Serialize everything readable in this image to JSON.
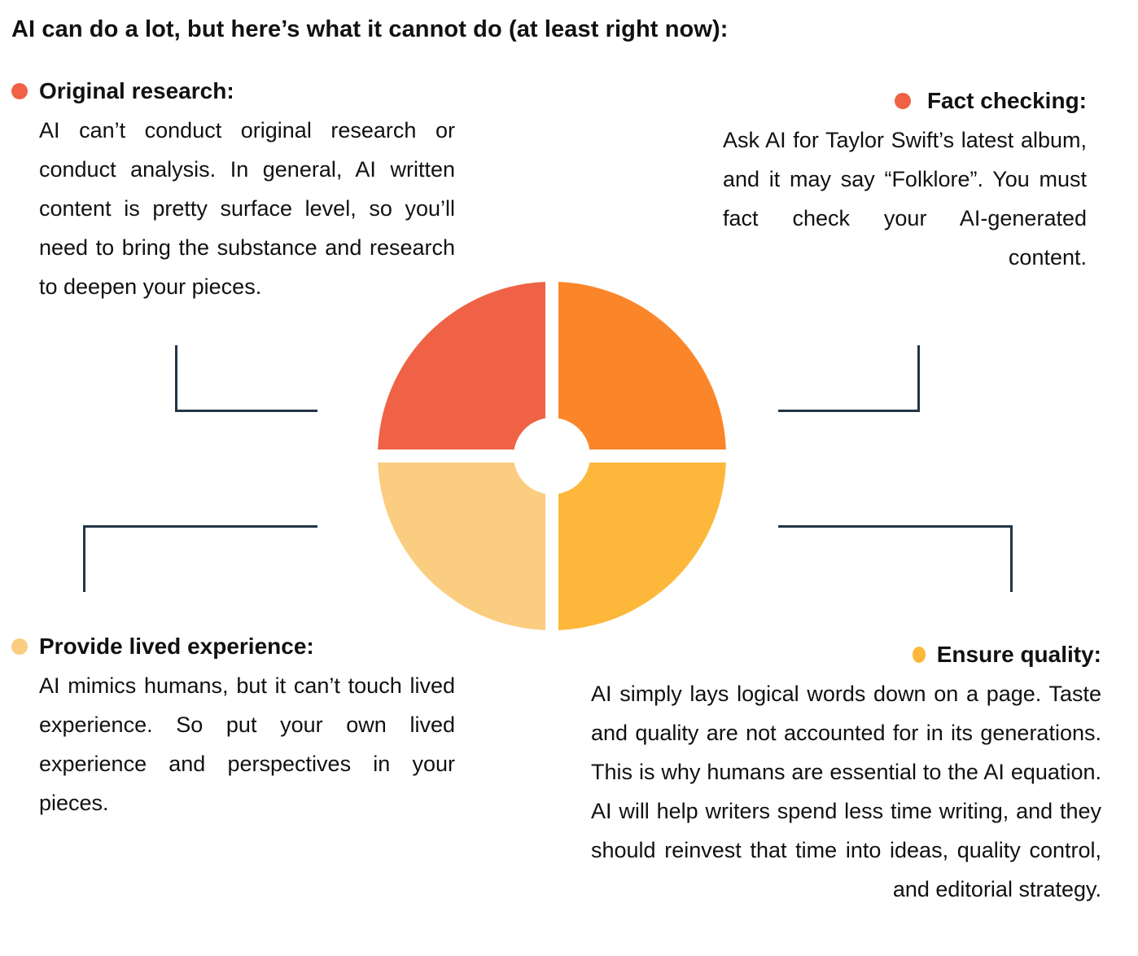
{
  "title": "AI can do a lot, but here’s what it cannot do (at least right now):",
  "colors": {
    "red": "#EF6245",
    "orange": "#FB8529",
    "amber": "#FDB83B",
    "light_amber": "#FBCD80",
    "connector": "#243447"
  },
  "items": [
    {
      "heading": "Original research:",
      "bullet_color": "#EF6245",
      "text": "AI can’t conduct original research or conduct analysis. In general, AI written content is pretty surface level, so you’ll need to bring the substance and research to deepen your pieces."
    },
    {
      "heading": "Fact checking:",
      "bullet_color": "#EF6245",
      "text": "Ask AI for Taylor Swift’s latest album, and it may say “Folklore”. You must fact check your AI-generated content."
    },
    {
      "heading": "Provide lived experience:",
      "bullet_color": "#FBCD80",
      "text": "AI mimics humans, but it can’t touch lived experience. So put your own lived experience and perspectives in your pieces."
    },
    {
      "heading": "Ensure quality:",
      "bullet_color": "#FDB83B",
      "text": "AI simply lays logical words down on a page. Taste and quality are not accounted for in its generations. This is why humans are essential to the AI equation. AI will help writers spend less time writing, and they should reinvest that time into ideas, quality control, and editorial strategy."
    }
  ],
  "wheel": {
    "segments": [
      {
        "position": "top-left",
        "color": "#EF6245"
      },
      {
        "position": "top-right",
        "color": "#FB8529"
      },
      {
        "position": "bottom-left",
        "color": "#FBCD80"
      },
      {
        "position": "bottom-right",
        "color": "#FDB83B"
      }
    ]
  }
}
